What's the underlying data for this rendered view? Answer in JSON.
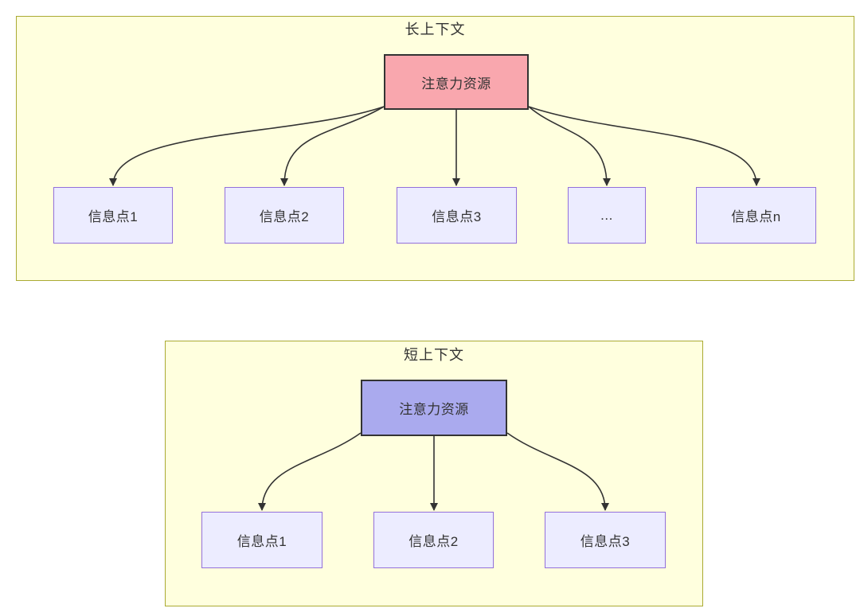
{
  "diagram": {
    "colors": {
      "container_fill": "#ffffde",
      "container_border": "#aaaa33",
      "info_node_fill": "#ececff",
      "info_node_border": "#9370db",
      "long_root_fill": "#f9a7ae",
      "short_root_fill": "#aaaaee",
      "root_border": "#333333",
      "arrow": "#333333",
      "text": "#333333"
    },
    "long_context": {
      "title": "长上下文",
      "root": {
        "label": "注意力资源"
      },
      "children": [
        {
          "label": "信息点1"
        },
        {
          "label": "信息点2"
        },
        {
          "label": "信息点3"
        },
        {
          "label": "..."
        },
        {
          "label": "信息点n"
        }
      ],
      "edges": [
        {
          "from": "注意力资源",
          "to": "信息点1"
        },
        {
          "from": "注意力资源",
          "to": "信息点2"
        },
        {
          "from": "注意力资源",
          "to": "信息点3"
        },
        {
          "from": "注意力资源",
          "to": "..."
        },
        {
          "from": "注意力资源",
          "to": "信息点n"
        }
      ]
    },
    "short_context": {
      "title": "短上下文",
      "root": {
        "label": "注意力资源"
      },
      "children": [
        {
          "label": "信息点1"
        },
        {
          "label": "信息点2"
        },
        {
          "label": "信息点3"
        }
      ],
      "edges": [
        {
          "from": "注意力资源",
          "to": "信息点1"
        },
        {
          "from": "注意力资源",
          "to": "信息点2"
        },
        {
          "from": "注意力资源",
          "to": "信息点3"
        }
      ]
    }
  }
}
